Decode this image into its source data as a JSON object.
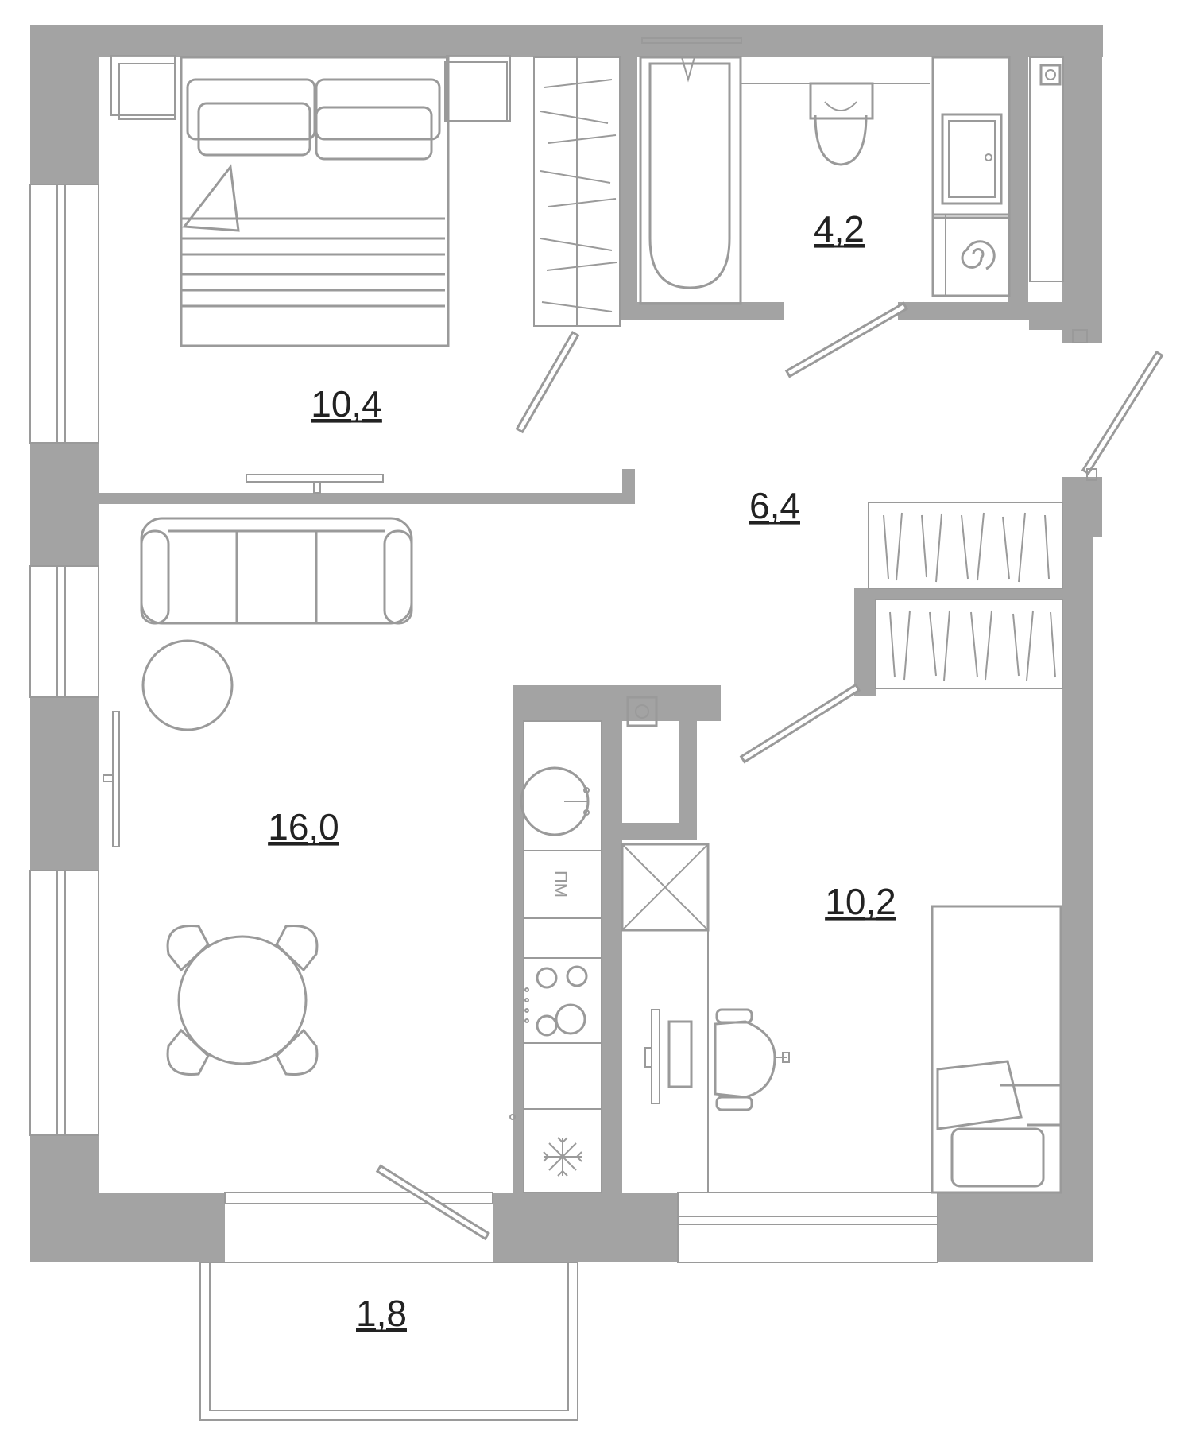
{
  "rooms": {
    "bedroom": {
      "area": "10,4"
    },
    "bathroom": {
      "area": "4,2"
    },
    "hallway": {
      "area": "6,4"
    },
    "living_kitchen": {
      "area": "16,0"
    },
    "second_bedroom": {
      "area": "10,2"
    },
    "balcony": {
      "area": "1,8"
    }
  },
  "appliances": {
    "dishwasher_mark": "ПМ"
  },
  "icons": {
    "fridge": "snowflake-icon",
    "washing_machine": "washing-machine-icon",
    "hob": "hob-icon",
    "sink": "sink-icon",
    "toilet": "toilet-icon",
    "bathtub": "bathtub-icon"
  },
  "colors": {
    "wall": "#a3a3a3",
    "line": "#9a9a9a",
    "text": "#222222",
    "background": "#ffffff"
  }
}
